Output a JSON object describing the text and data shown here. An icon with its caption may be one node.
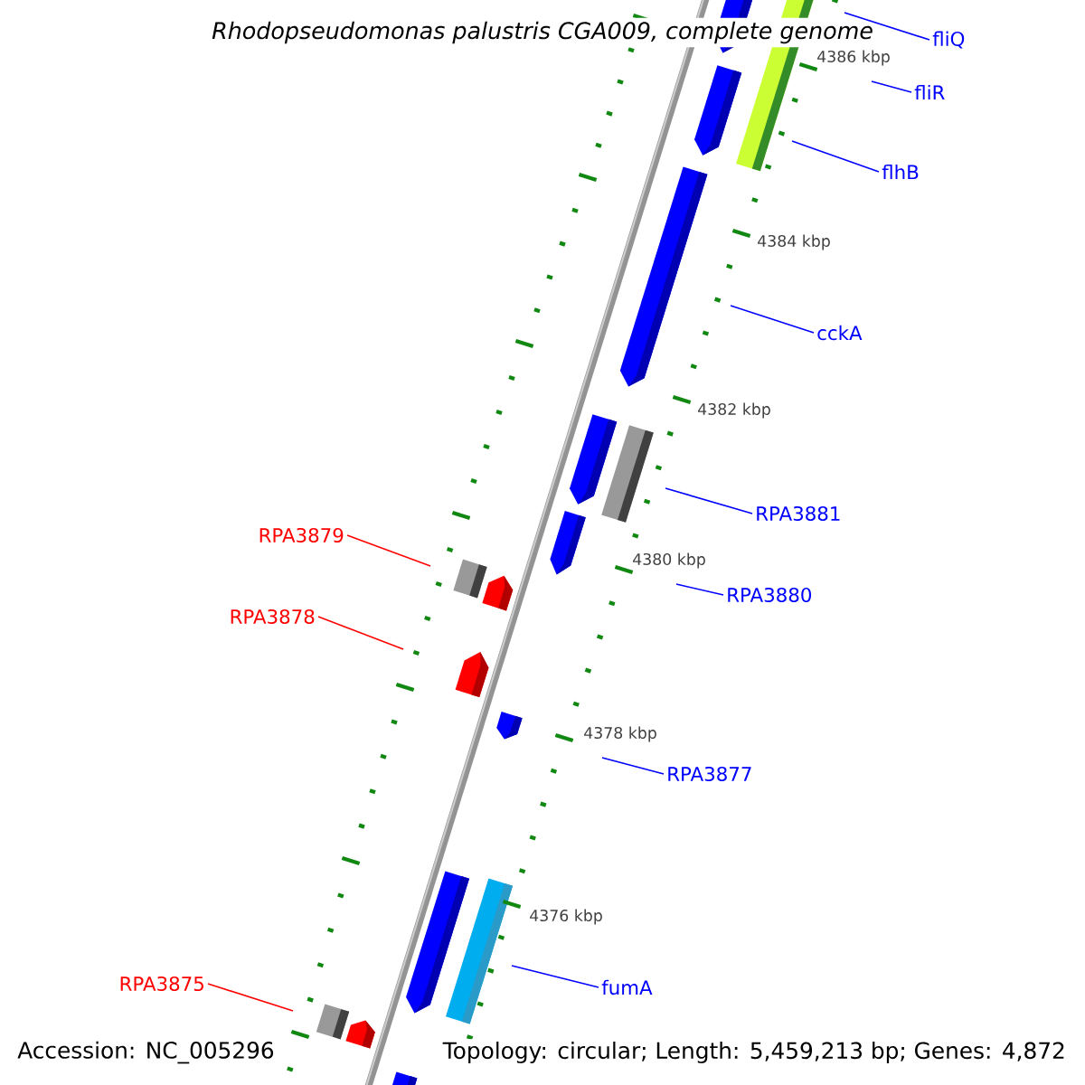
{
  "diagram": {
    "title": "*Rhodopseudomonas palustris* CGA009, complete genome",
    "nodes": [
      {
        "text": [
          "fliQ"
        ]
      },
      {
        "text": [
          "fliR"
        ]
      },
      {
        "text": [
          "flhB"
        ]
      },
      {
        "text": [
          "cckA"
        ]
      },
      {
        "text": [
          "RPA3881"
        ]
      },
      {
        "text": [
          "RPA3879"
        ]
      },
      {
        "text": [
          "RPA3880"
        ]
      },
      {
        "text": [
          "RPA3878"
        ]
      },
      {
        "text": [
          "RPA3877"
        ]
      },
      {
        "text": [
          "fumA"
        ]
      },
      {
        "text": [
          "RPA3875"
        ]
      }
    ],
    "edges": [
      {
        "from": 0,
        "to": null,
        "arrow": "none"
      },
      {
        "from": 1,
        "to": null,
        "arrow": "none"
      },
      {
        "from": 2,
        "to": null,
        "arrow": "none"
      },
      {
        "from": 3,
        "to": null,
        "arrow": "none"
      },
      {
        "from": 4,
        "to": null,
        "arrow": "none"
      },
      {
        "from": 5,
        "to": null,
        "arrow": "none",
        "color": "#ff0000"
      },
      {
        "from": 6,
        "to": null,
        "arrow": "none"
      },
      {
        "from": 7,
        "to": null,
        "arrow": "none",
        "color": "#ff0000"
      },
      {
        "from": 8,
        "to": null,
        "arrow": "none"
      },
      {
        "from": 9,
        "to": null,
        "arrow": "none"
      },
      {
        "from": 10,
        "to": null,
        "arrow": "none",
        "color": "#ff0000"
      }
    ],
    "labels": [
      "4386 kbp",
      "4384 kbp",
      "4382 kbp",
      "4380 kbp",
      "4378 kbp",
      "4376 kbp",
      "Accession: NC_005296",
      "Topology: circular; Length: 5,459,213 bp; Genes: 4,872"
    ]
  }
}
